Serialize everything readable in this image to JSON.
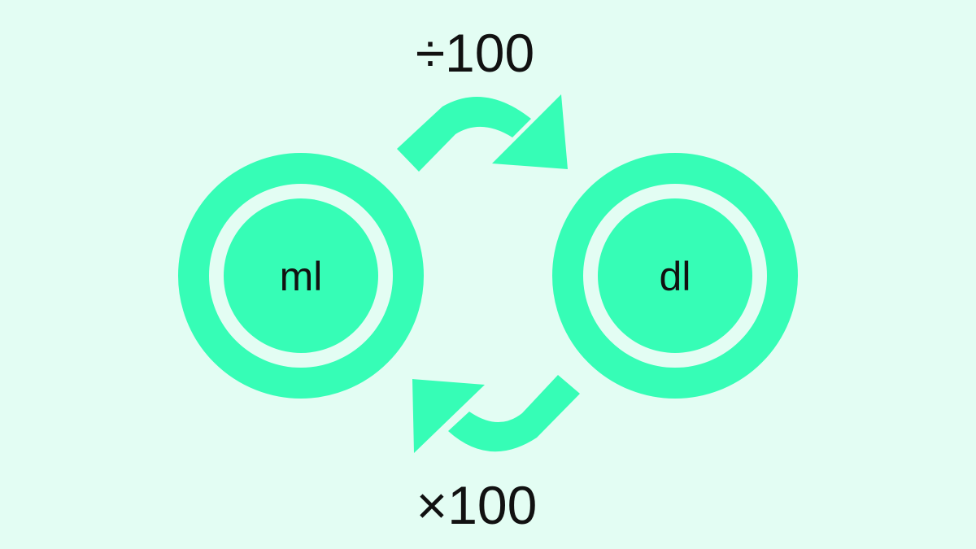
{
  "units": {
    "left": "ml",
    "right": "dl"
  },
  "operations": {
    "top": "÷100",
    "bottom": "×100"
  },
  "colors": {
    "background": "#e3fdf3",
    "accent": "#36fdb6",
    "text": "#111111"
  }
}
